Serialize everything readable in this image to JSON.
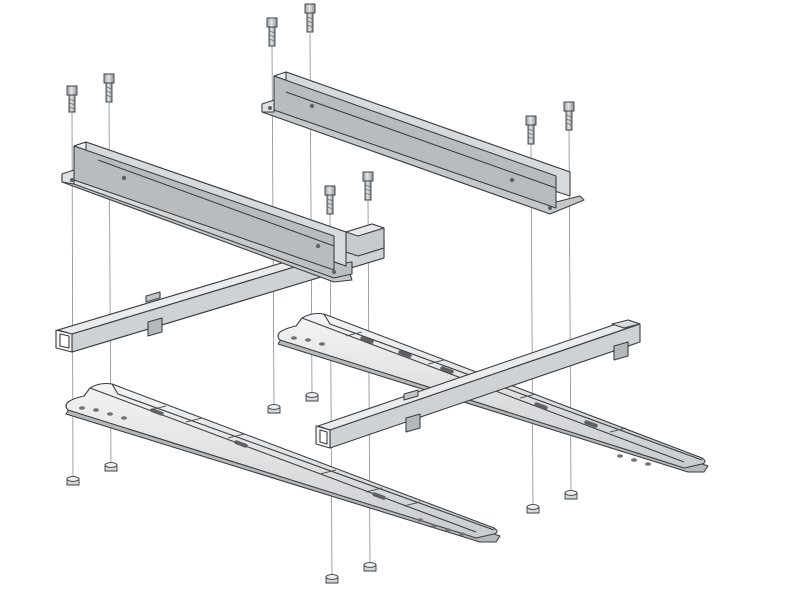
{
  "diagram": {
    "kind": "exploded-assembly",
    "parts": {
      "rails": {
        "name": "slotted-base-rail",
        "count": 2
      },
      "channels": {
        "name": "upper-c-channel",
        "count": 2
      },
      "crossbars": {
        "name": "square-tube-crossbar",
        "count": 2
      },
      "bolts": {
        "name": "hex-bolt",
        "count": 8
      },
      "nuts": {
        "name": "hex-nut",
        "count": 8
      }
    },
    "colors": {
      "background": "#ffffff",
      "metal_light": "#eceef0",
      "metal_mid": "#d3d6d9",
      "metal_dark": "#a7abaf",
      "outline": "#3c3f42",
      "assembly_line": "#8a8d90"
    }
  }
}
